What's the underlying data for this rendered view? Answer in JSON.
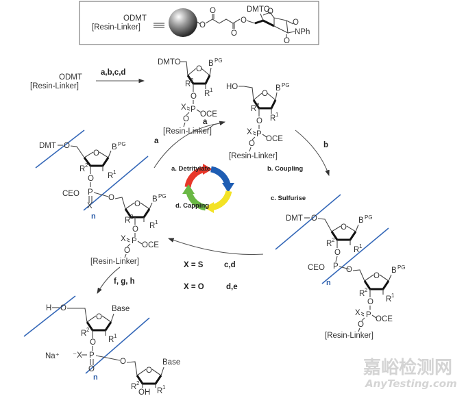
{
  "header_box": {
    "left_label_top": "ODMT",
    "left_label_bottom": "[Resin-Linker]",
    "dmto": "DMTO",
    "nph": "NPh",
    "o": "O"
  },
  "start": {
    "odmt": "ODMT",
    "resin": "[Resin-Linker]",
    "arrow_label": "a,b,c,d"
  },
  "atoms": {
    "dmto": "DMTO",
    "dmt": "DMT",
    "ho": "HO",
    "h": "H",
    "o": "O",
    "b": "B",
    "pg": "PG",
    "base": "Base",
    "r": "R",
    "sup1": "1",
    "sup2": "2",
    "x": "X",
    "p": "P",
    "oce": "OCE",
    "ceo": "CEO",
    "resin": "[Resin-Linker]",
    "oh": "OH",
    "na": "Na⁺",
    "xminus": "⁻X",
    "n": "n"
  },
  "step_labels": {
    "a1": "a",
    "a2": "a",
    "b": "b",
    "fgh": "f, g, h"
  },
  "cycle": {
    "steps": [
      {
        "label": "a. Detritylate",
        "color": "#e8372a"
      },
      {
        "label": "b. Coupling",
        "color": "#1e5db3"
      },
      {
        "label": "c. Sulfurise",
        "color": "#f3e225"
      },
      {
        "label": "d. Capping",
        "color": "#6ab845"
      }
    ]
  },
  "conditions": [
    {
      "x": "X = S",
      "reagents": "c,d"
    },
    {
      "x": "X = O",
      "reagents": "d,e"
    }
  ],
  "watermark": {
    "cn": "嘉峪检测网",
    "en": "AnyTesting.com"
  }
}
